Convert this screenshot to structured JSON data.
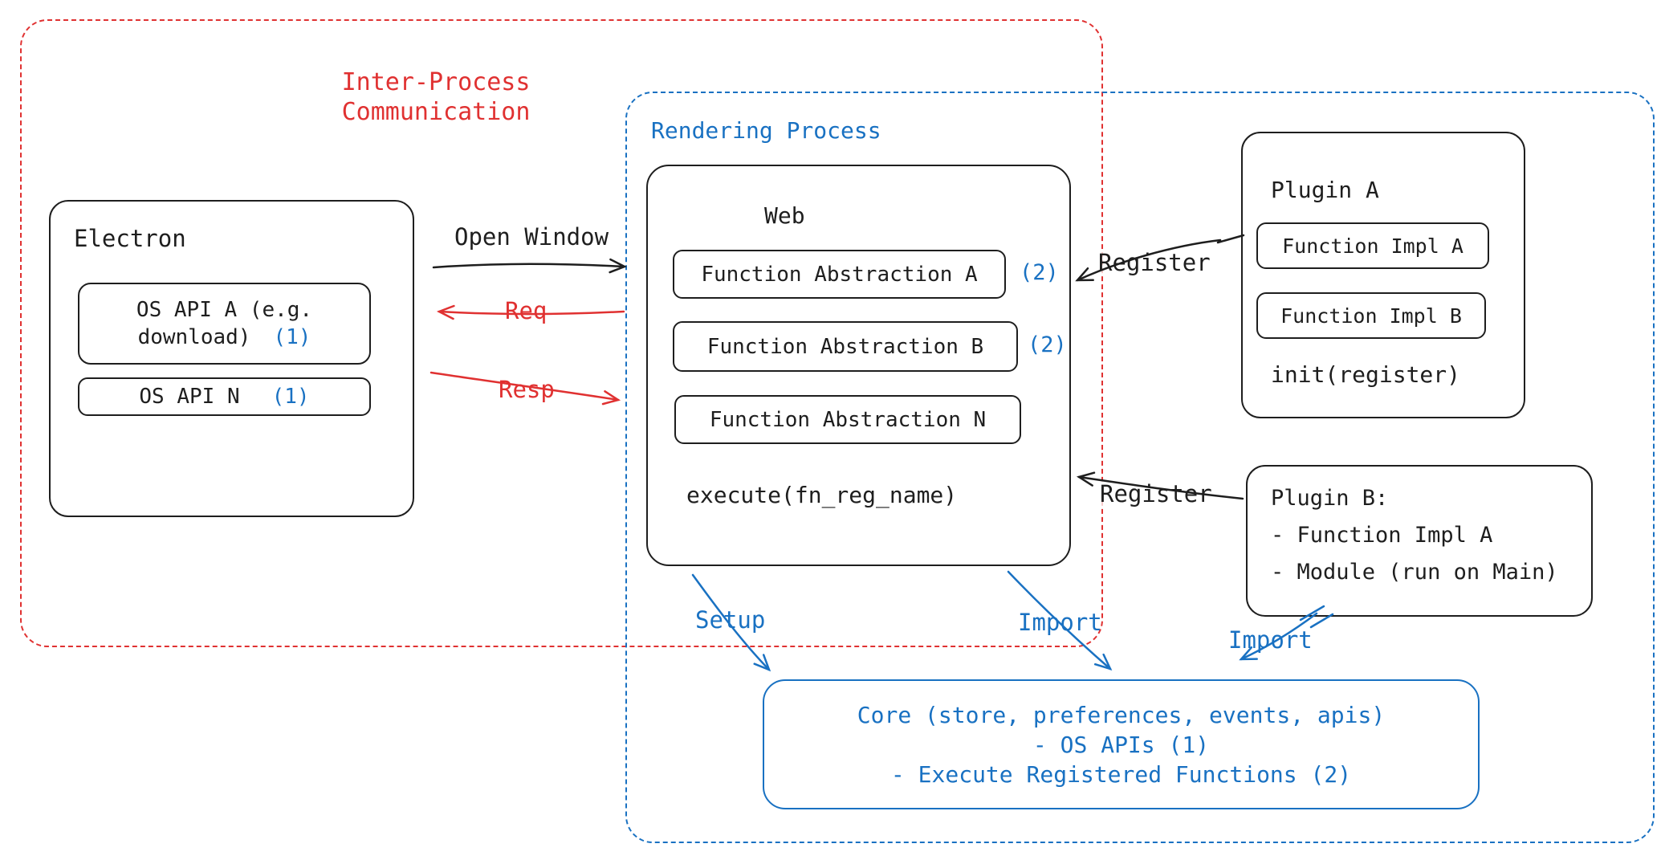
{
  "colors": {
    "red": "#e03131",
    "blue": "#1971c2",
    "ink": "#1e1e1e"
  },
  "ipc_group": {
    "line1": "Inter-Process",
    "line2": "Communication"
  },
  "rendering_group": {
    "label": "Rendering Process"
  },
  "electron": {
    "title": "Electron",
    "os_api_a": {
      "line1": "OS API A (e.g.",
      "line2": "download)",
      "ref": "(1)"
    },
    "os_api_n": {
      "label": "OS API N",
      "ref": "(1)"
    }
  },
  "web": {
    "title": "Web",
    "fn_abstraction_a": {
      "label": "Function Abstraction A",
      "ref": "(2)"
    },
    "fn_abstraction_b": {
      "label": "Function Abstraction B",
      "ref": "(2)"
    },
    "fn_abstraction_n": {
      "label": "Function Abstraction N"
    },
    "execute": "execute(fn_reg_name)"
  },
  "plugin_a": {
    "title": "Plugin A",
    "impl_a": "Function Impl A",
    "impl_b": "Function Impl B",
    "init": "init(register)"
  },
  "plugin_b": {
    "line1": "Plugin B:",
    "line2": "- Function Impl A",
    "line3": "- Module (run on Main)"
  },
  "core": {
    "line1": "Core (store, preferences, events, apis)",
    "line2": "- OS APIs (1)",
    "line3": "- Execute Registered Functions (2)"
  },
  "arrows": {
    "open_window": "Open Window",
    "req": "Req",
    "resp": "Resp",
    "register_top": "Register",
    "register_bottom": "Register",
    "setup": "Setup",
    "import_web": "Import",
    "import_plugin_b": "Import"
  }
}
